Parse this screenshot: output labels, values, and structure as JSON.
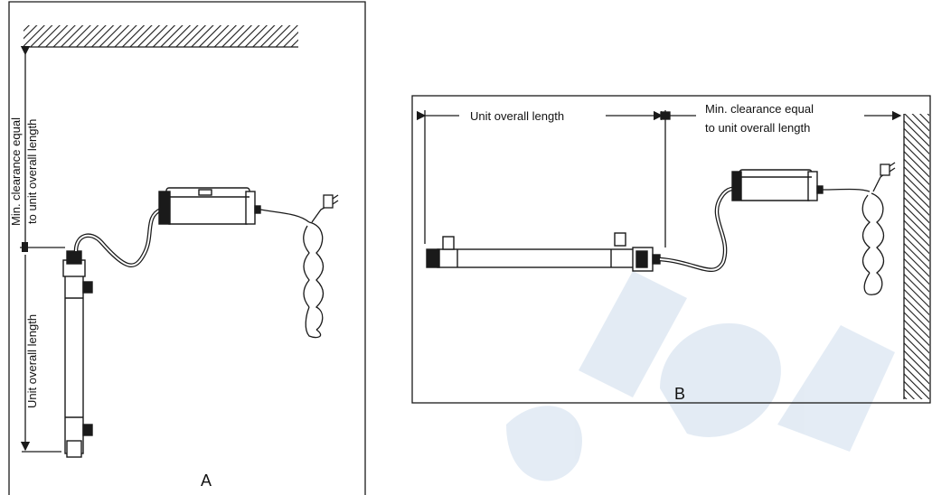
{
  "diagram_a": {
    "letter": "A",
    "clearance_label_line1": "Min. clearance equal",
    "clearance_label_line2": "to unit overall length",
    "length_label": "Unit overall length"
  },
  "diagram_b": {
    "letter": "B",
    "length_label": "Unit overall length",
    "clearance_label_line1": "Min. clearance equal",
    "clearance_label_line2": "to unit overall length"
  },
  "colors": {
    "line": "#1a1a1a",
    "watermark": "#2f6fb3"
  }
}
